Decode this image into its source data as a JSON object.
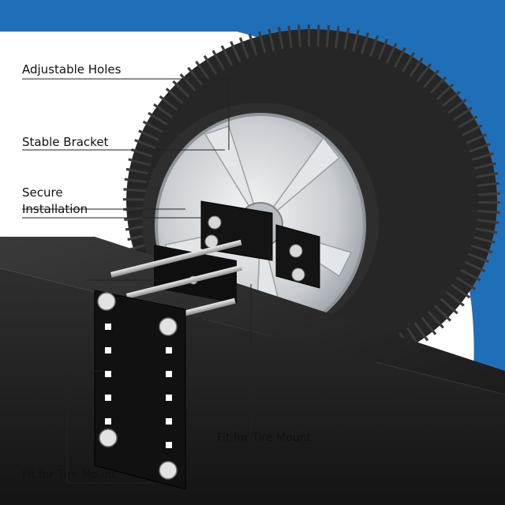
{
  "callouts": {
    "adjustable_holes": "Adjustable Holes",
    "stable_bracket": "Stable Bracket",
    "secure_installation_1": "Secure",
    "secure_installation_2": "Installation",
    "fit_for_tire_mount_right": "Fit for Tire Mount",
    "fit_for_tire_mount_left": "Fit for Tire Mount"
  },
  "colors": {
    "accent_blue": "#1f6fb8",
    "background": "#ffffff",
    "beam": "#2b2b2b",
    "bracket": "#111111",
    "rim": "#cfd3d7",
    "tire": "#262626",
    "leader_line": "#222222"
  }
}
